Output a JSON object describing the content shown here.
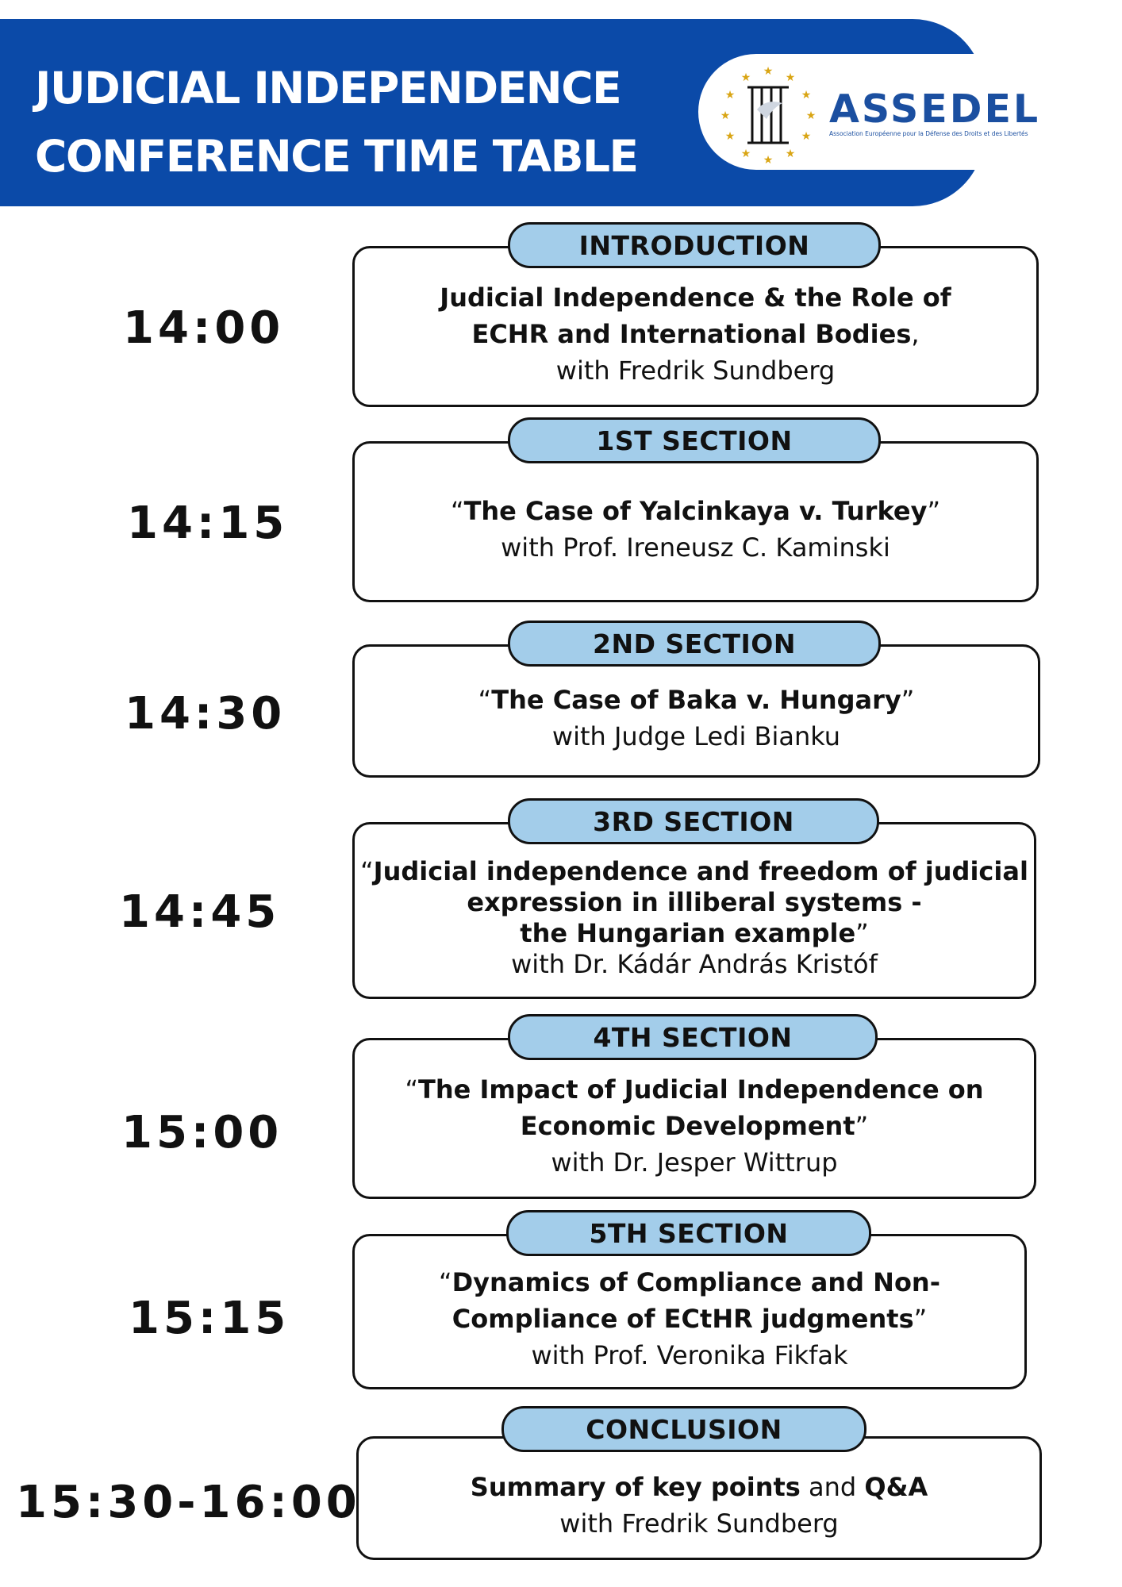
{
  "header": {
    "title_line1": "JUDICIAL INDEPENDENCE",
    "title_line2": "CONFERENCE TIME TABLE",
    "logo_name": "ASSEDEL",
    "logo_subtitle": "Association Européenne pour la Défense des Droits et des Libertés"
  },
  "sessions": [
    {
      "time": "14:00",
      "label": "INTRODUCTION",
      "lines": [
        {
          "parts": [
            {
              "t": "Judicial Independence & the Role of",
              "b": true
            }
          ]
        },
        {
          "parts": [
            {
              "t": "ECHR and International Bodies",
              "b": true
            },
            {
              "t": ",",
              "b": false
            }
          ]
        },
        {
          "parts": [
            {
              "t": "with Fredrik Sundberg",
              "b": false
            }
          ]
        }
      ]
    },
    {
      "time": "14:15",
      "label": "1ST SECTION",
      "lines": [
        {
          "parts": [
            {
              "t": "“",
              "b": false
            },
            {
              "t": "The Case of Yalcinkaya v. Turkey",
              "b": true
            },
            {
              "t": "”",
              "b": false
            }
          ]
        },
        {
          "parts": [
            {
              "t": "with Prof. Ireneusz C. Kaminski",
              "b": false
            }
          ]
        }
      ]
    },
    {
      "time": "14:30",
      "label": "2ND SECTION",
      "lines": [
        {
          "parts": [
            {
              "t": "“",
              "b": false
            },
            {
              "t": "The Case of Baka v. Hungary",
              "b": true
            },
            {
              "t": "”",
              "b": false
            }
          ]
        },
        {
          "parts": [
            {
              "t": "with Judge Ledi Bianku",
              "b": false
            }
          ]
        }
      ]
    },
    {
      "time": "14:45",
      "label": "3RD SECTION",
      "lines": [
        {
          "parts": [
            {
              "t": "“",
              "b": false
            },
            {
              "t": "Judicial independence and freedom of judicial",
              "b": true
            }
          ]
        },
        {
          "parts": [
            {
              "t": "expression in illiberal systems -",
              "b": true
            }
          ]
        },
        {
          "parts": [
            {
              "t": "the Hungarian example",
              "b": true
            },
            {
              "t": "”",
              "b": false
            }
          ]
        },
        {
          "parts": [
            {
              "t": "with Dr. Kádár András Kristóf",
              "b": false
            }
          ]
        }
      ]
    },
    {
      "time": "15:00",
      "label": "4TH SECTION",
      "lines": [
        {
          "parts": [
            {
              "t": "“",
              "b": false
            },
            {
              "t": "The Impact of Judicial Independence on",
              "b": true
            }
          ]
        },
        {
          "parts": [
            {
              "t": "Economic Development",
              "b": true
            },
            {
              "t": "”",
              "b": false
            }
          ]
        },
        {
          "parts": [
            {
              "t": "with Dr. Jesper Wittrup",
              "b": false
            }
          ]
        }
      ]
    },
    {
      "time": "15:15",
      "label": "5TH SECTION",
      "lines": [
        {
          "parts": [
            {
              "t": "“",
              "b": false
            },
            {
              "t": "Dynamics of Compliance and Non-",
              "b": true
            }
          ]
        },
        {
          "parts": [
            {
              "t": "Compliance of ECtHR judgments",
              "b": true
            },
            {
              "t": "”",
              "b": false
            }
          ]
        },
        {
          "parts": [
            {
              "t": "with Prof. Veronika Fikfak",
              "b": false
            }
          ]
        }
      ]
    },
    {
      "time": "15:30-16:00",
      "label": "CONCLUSION",
      "lines": [
        {
          "parts": [
            {
              "t": "Summary of key points",
              "b": true
            },
            {
              "t": " and ",
              "b": false
            },
            {
              "t": "Q&A",
              "b": true
            }
          ]
        },
        {
          "parts": [
            {
              "t": "with Fredrik Sundberg",
              "b": false
            }
          ]
        }
      ]
    }
  ]
}
